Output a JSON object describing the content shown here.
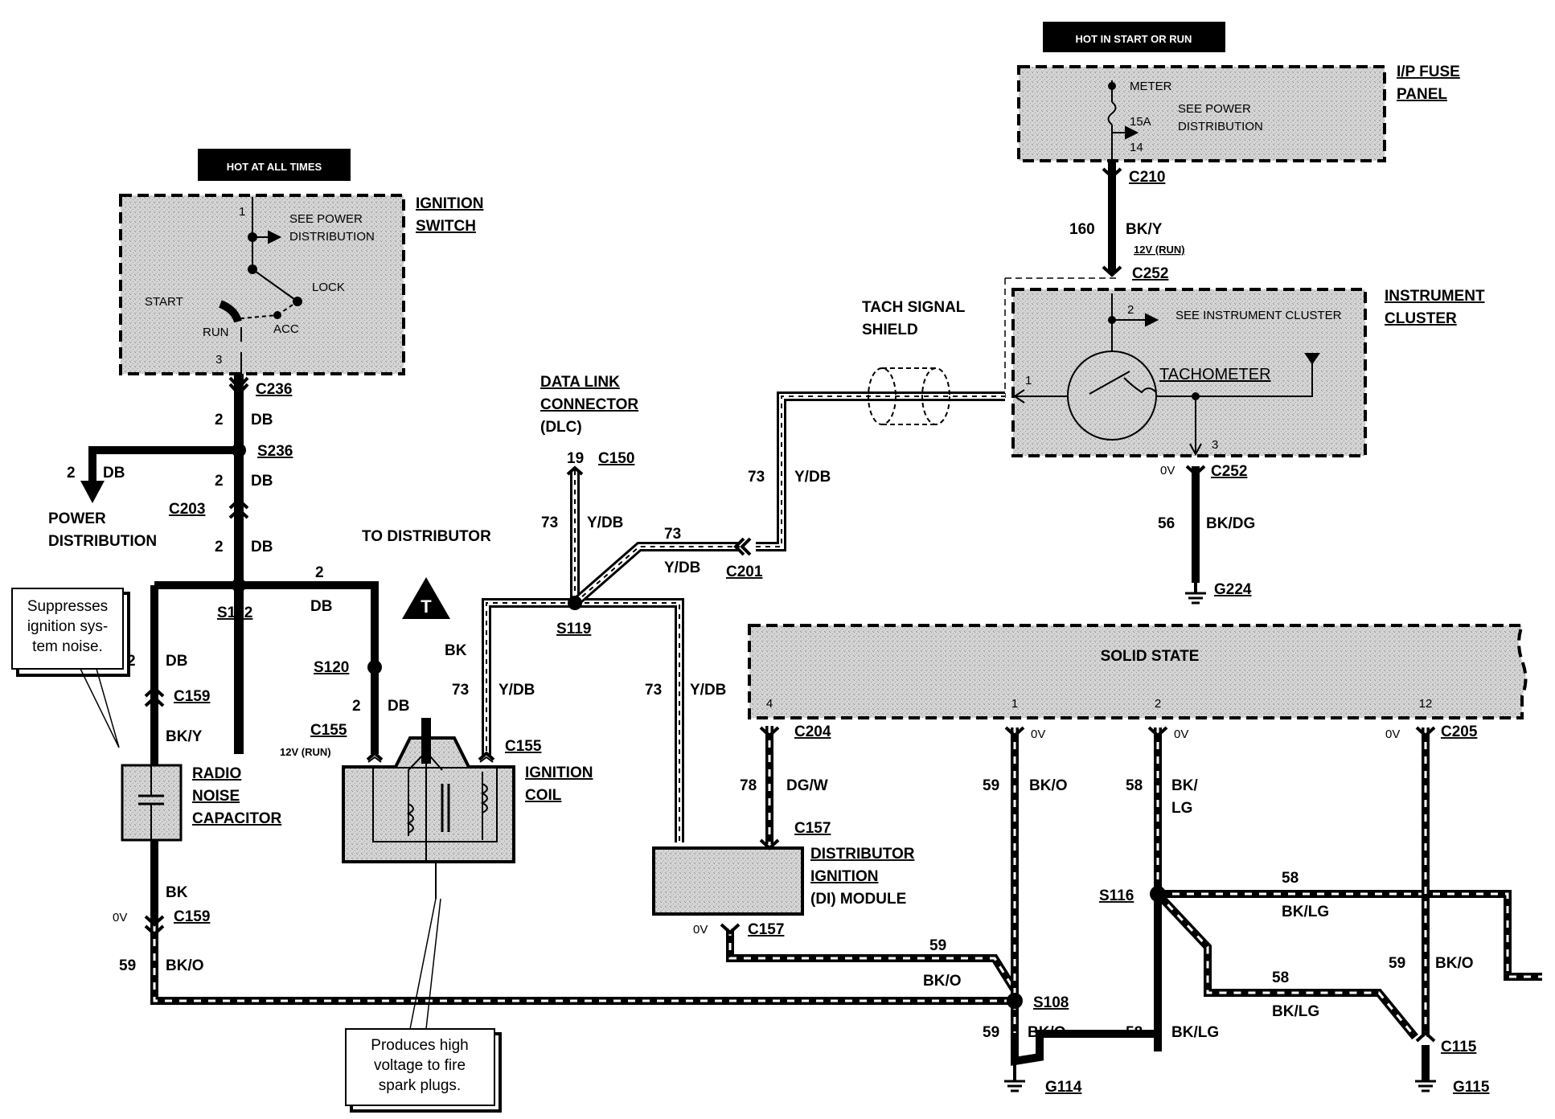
{
  "hot_labels": {
    "all_times": "HOT AT ALL TIMES",
    "start_run": "HOT IN START OR RUN"
  },
  "components": {
    "ignition_switch": [
      "IGNITION",
      "SWITCH"
    ],
    "ip_fuse_panel": [
      "I/P FUSE",
      "PANEL"
    ],
    "instrument_cluster": [
      "INSTRUMENT",
      "CLUSTER"
    ],
    "data_link_connector": [
      "DATA LINK",
      "CONNECTOR",
      "(DLC)"
    ],
    "tach_signal_shield": [
      "TACH SIGNAL",
      "SHIELD"
    ],
    "radio_noise_capacitor": [
      "RADIO",
      "NOISE",
      "CAPACITOR"
    ],
    "ignition_coil": [
      "IGNITION",
      "COIL"
    ],
    "di_module": [
      "DISTRIBUTOR",
      "IGNITION",
      "(DI) MODULE"
    ],
    "solid_state": "SOLID STATE",
    "tachometer": "TACHOMETER",
    "power_distribution": [
      "POWER",
      "DISTRIBUTION"
    ],
    "to_distributor": "TO DISTRIBUTOR"
  },
  "switch_internals": {
    "see_power": [
      "SEE POWER",
      "DISTRIBUTION"
    ],
    "lock": "LOCK",
    "start": "START",
    "run": "RUN",
    "acc": "ACC",
    "pin1": "1",
    "pin3": "3"
  },
  "fuse_internals": {
    "meter": "METER",
    "see_power": [
      "SEE POWER",
      "DISTRIBUTION"
    ],
    "amps": "15A",
    "pin": "14"
  },
  "cluster_internals": {
    "see_cluster": "SEE INSTRUMENT CLUSTER",
    "pin1": "1",
    "pin2": "2",
    "pin3": "3"
  },
  "connectors": {
    "c236": "C236",
    "s236": "S236",
    "c203": "C203",
    "s102": "S102",
    "s120": "S120",
    "c155a": "C155",
    "c155b": "C155",
    "c159a": "C159",
    "c159b": "C159",
    "c150": "C150",
    "s119": "S119",
    "c201": "C201",
    "c210": "C210",
    "c252a": "C252",
    "c252b": "C252",
    "g224": "G224",
    "c204": "C204",
    "c205": "C205",
    "c157a": "C157",
    "c157b": "C157",
    "s108": "S108",
    "s116": "S116",
    "g114": "G114",
    "c115": "C115",
    "g115": "G115"
  },
  "wires": {
    "n2": "2",
    "db": "DB",
    "n19": "19",
    "n73": "73",
    "ydb": "Y/DB",
    "n160": "160",
    "bky": "BK/Y",
    "n56": "56",
    "bkdg": "BK/DG",
    "n78": "78",
    "dgw": "DG/W",
    "n59": "59",
    "bko": "BK/O",
    "n58": "58",
    "bklg": "BK/LG",
    "bklg_a": "BK/",
    "bklg_b": "LG",
    "bk": "BK",
    "v0": "0V",
    "v12run": "12V (RUN)"
  },
  "solid_state_pins": {
    "p4": "4",
    "p1": "1",
    "p2": "2",
    "p12": "12"
  },
  "notes": {
    "capacitor": [
      "Suppresses",
      "ignition sys-",
      "tem noise."
    ],
    "coil": [
      "Produces high",
      "voltage to fire",
      "spark plugs."
    ]
  },
  "coil_tower": "T"
}
